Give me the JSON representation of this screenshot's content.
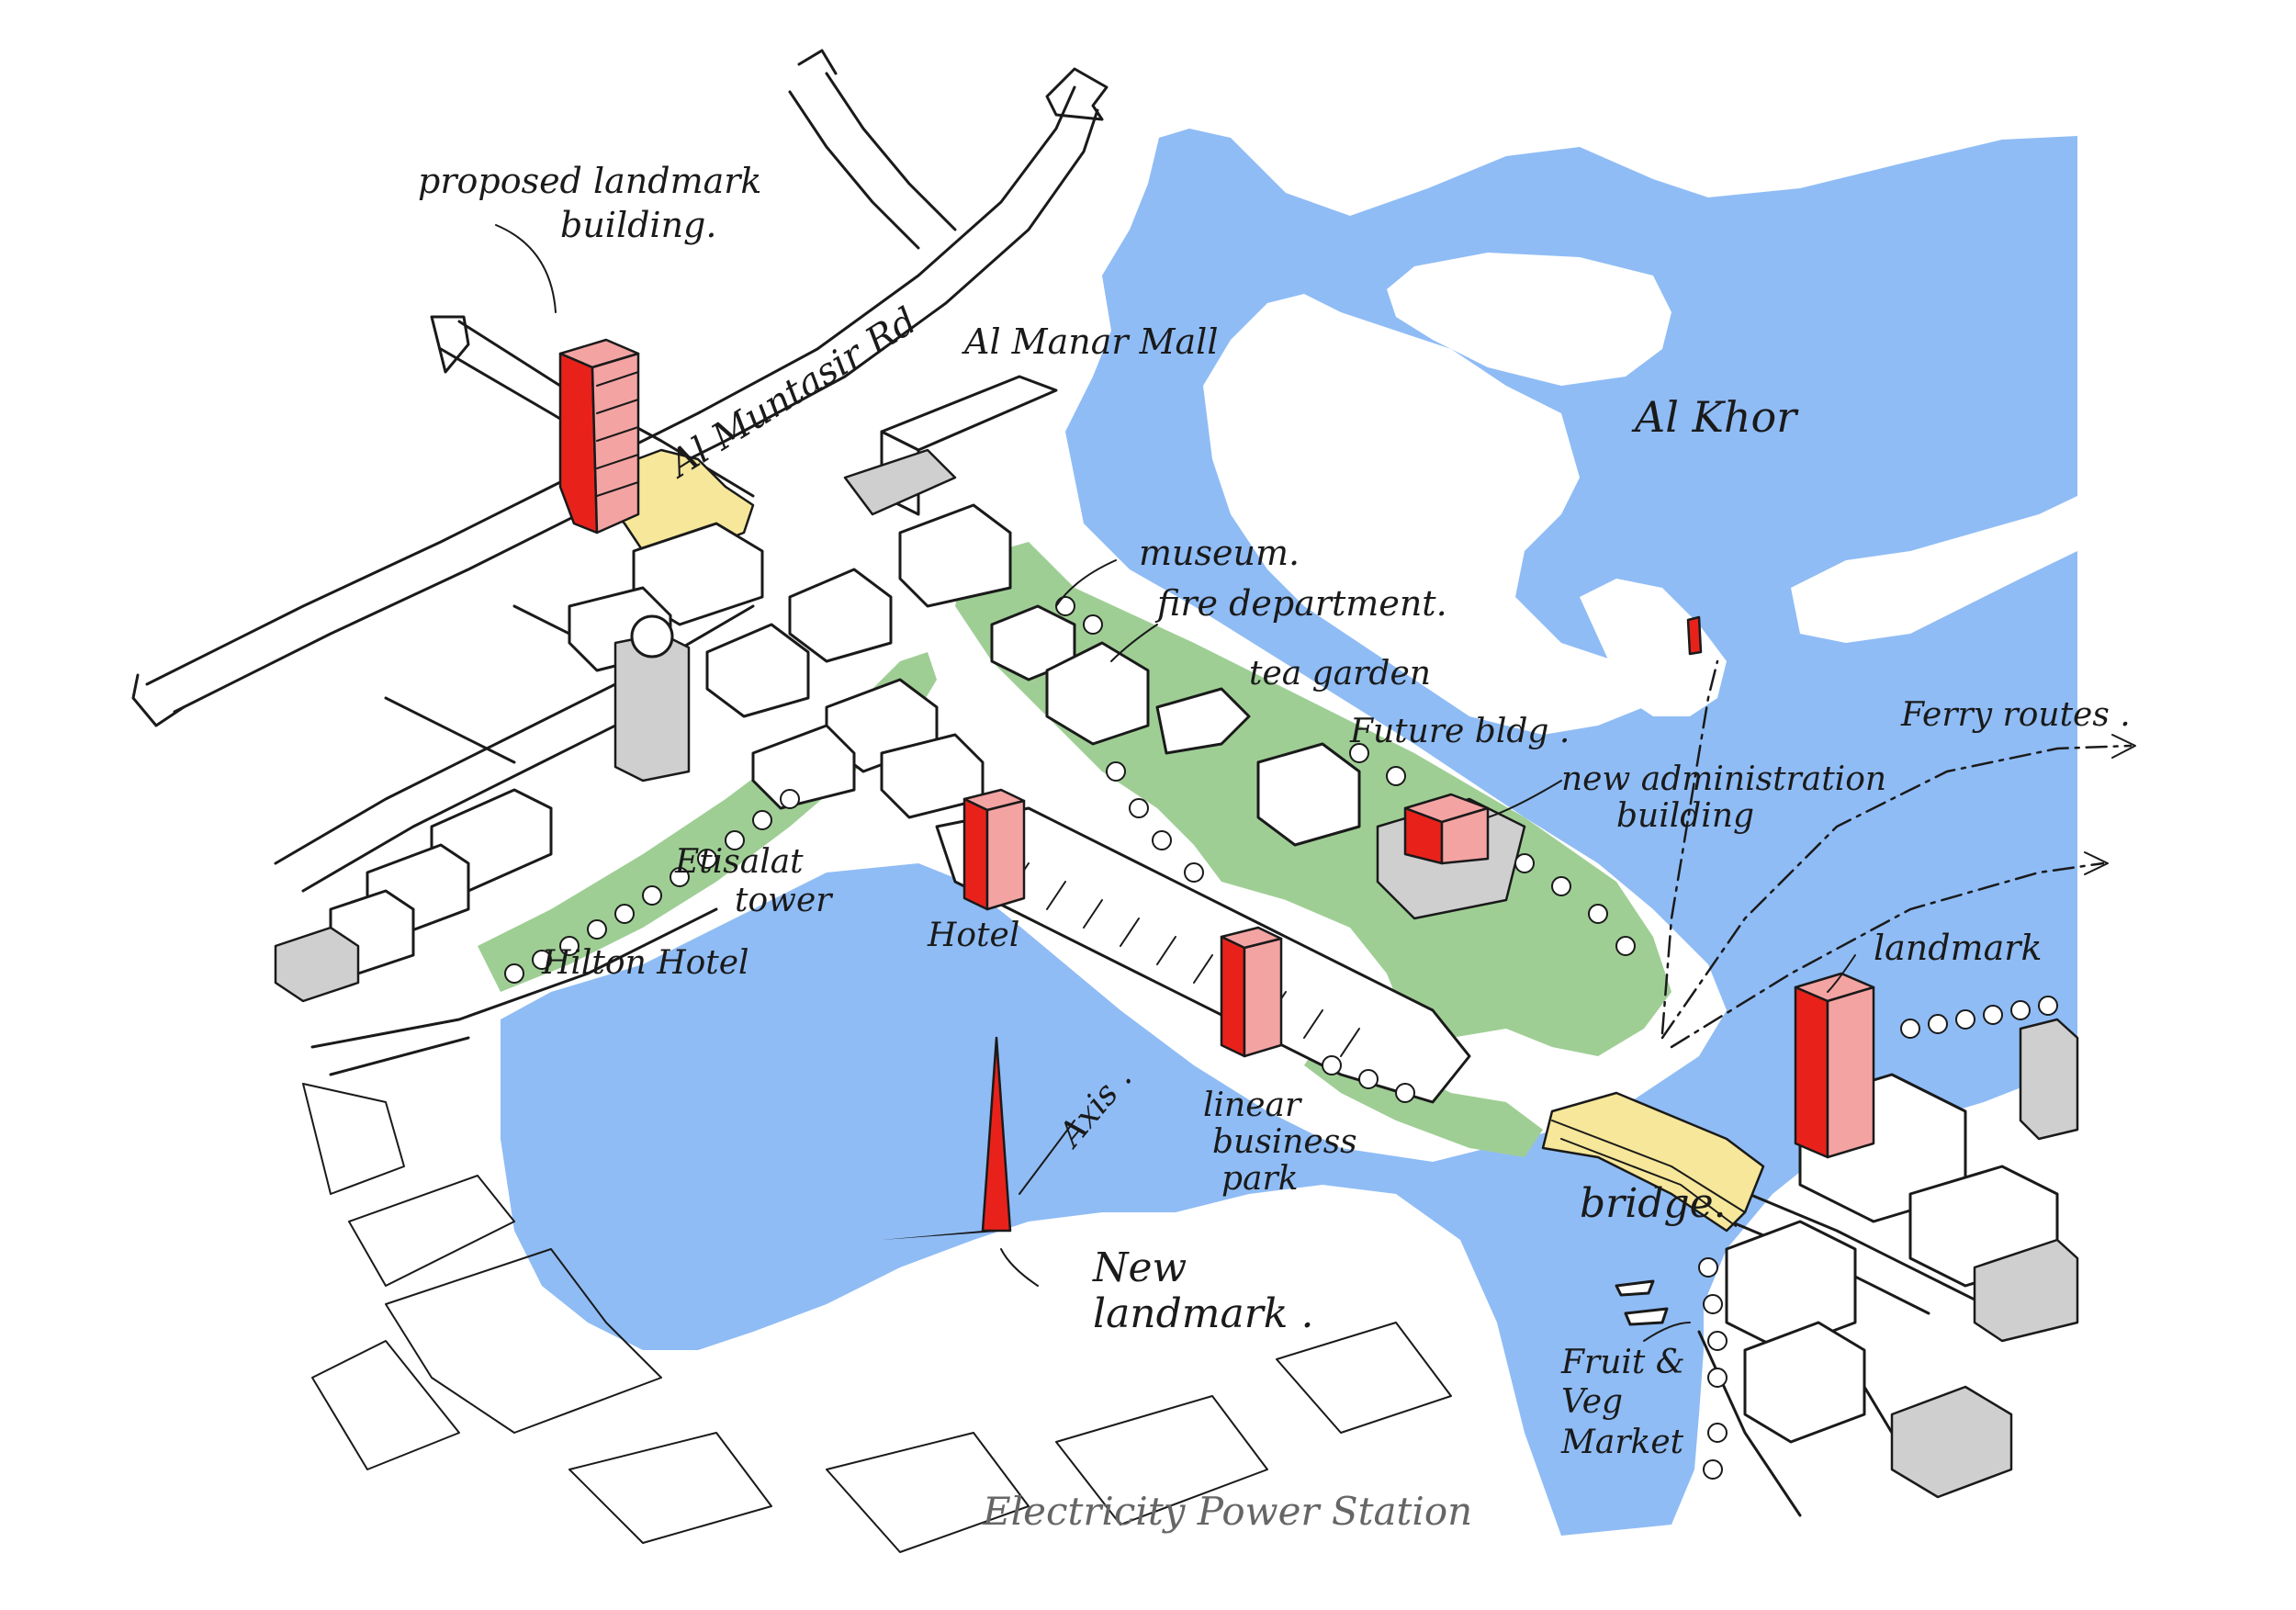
{
  "colors": {
    "water": "#8fbcf5",
    "park": "#9fce95",
    "landmark": "#e8221b",
    "landmark_top": "#f4a3a3",
    "junction": "#f6e79a",
    "ink": "#1a1a1a",
    "building_shade": "#cfcfcf"
  },
  "labels": {
    "proposed_landmark": [
      "proposed landmark",
      "building."
    ],
    "mumtasir_rd": "Al Muntasir Rd",
    "manar_mall": "Al Manar Mall",
    "al_khor": "Al Khor",
    "museum": "museum.",
    "fire_department": "fire department.",
    "tea_garden": "tea garden",
    "future_bldg": "Future bldg .",
    "new_admin": [
      "new administration",
      "building"
    ],
    "ferry_routes": "Ferry routes .",
    "etisalat": [
      "Etisalat",
      "tower"
    ],
    "hilton": "Hilton Hotel",
    "hotel": "Hotel",
    "landmark": "landmark",
    "axis": "Axis .",
    "linear_park": [
      "linear",
      "business",
      "park"
    ],
    "bridge": "bridge.",
    "new_landmark": [
      "New",
      "landmark ."
    ],
    "fruit_veg": [
      "Fruit &",
      "Veg",
      "Market"
    ],
    "power_station": "Electricity Power Station"
  }
}
